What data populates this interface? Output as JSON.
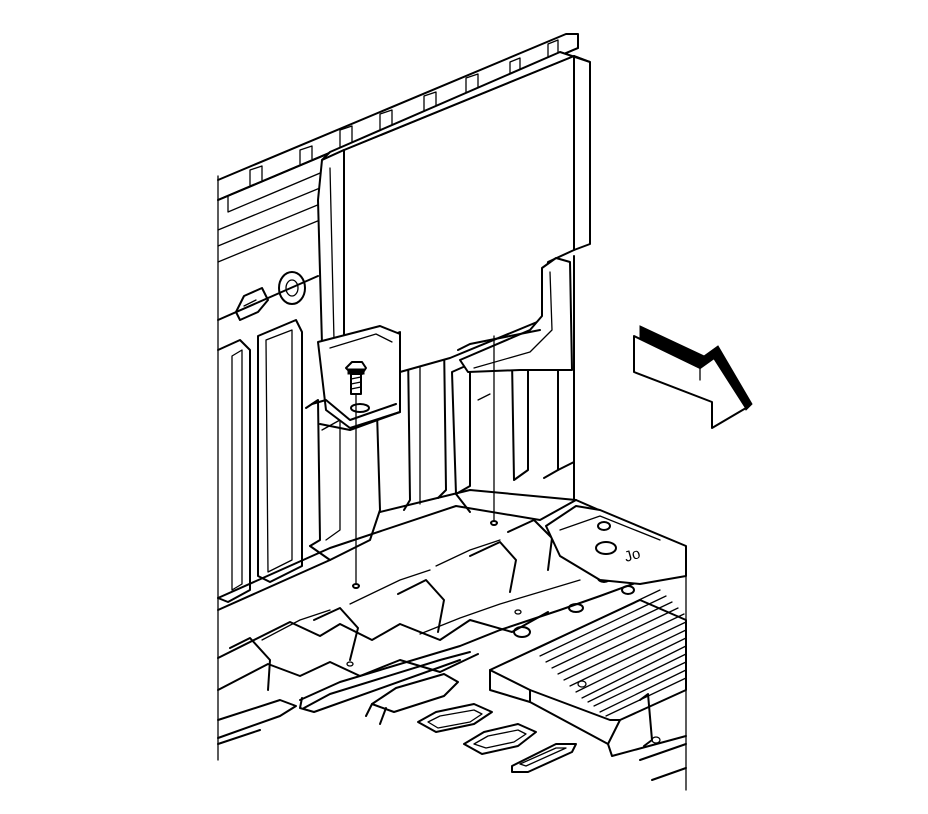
{
  "figure": {
    "kind": "technical-line-illustration",
    "subject": "panel-installation",
    "part_callouts": [
      "bolt-1",
      "bolt-2"
    ],
    "arrow_icon": "direction-arrow-icon",
    "line_color": "#000000",
    "background_color": "#ffffff",
    "floor_label_text": "Jo"
  }
}
